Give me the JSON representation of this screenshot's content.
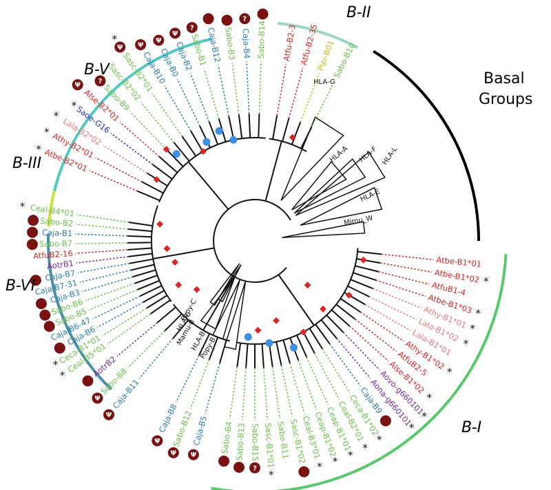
{
  "colors": {
    "red": "#e02424",
    "pink": "#f07a7a",
    "green": "#6cc24a",
    "yellow": "#c9c21a",
    "blue": "#2a7fb0",
    "purple": "#7a2aa6",
    "navy": "#2233cc",
    "dark": "#111111",
    "maroon": "#7a1212",
    "node_red": "#e02424",
    "node_blue": "#3a8fe6",
    "arc_teal": "#4fc9c1",
    "arc_lime": "#c9e23a",
    "arc_green": "#56c96a",
    "arc_slate": "#4b8fa6",
    "arc_mint": "#9ad8c4",
    "arc_black": "#000000"
  },
  "clades": [
    {
      "id": "b5",
      "label": "B-V"
    },
    {
      "id": "b2",
      "label": "B-II"
    },
    {
      "id": "b3",
      "label": "B-III"
    },
    {
      "id": "b6",
      "label": "B-VI"
    },
    {
      "id": "b1",
      "label": "B-I"
    }
  ],
  "basal_label": [
    "Basal",
    "Groups"
  ],
  "leaves": [
    {
      "label": "Atbe-B1*01",
      "color": "red"
    },
    {
      "label": "Atbe-B1*02",
      "color": "red",
      "star": true
    },
    {
      "label": "AtfuB1-4",
      "color": "red"
    },
    {
      "label": "Atbe-B1*03",
      "color": "red",
      "star": true
    },
    {
      "label": "Athy-B1*01",
      "color": "pink",
      "star": true
    },
    {
      "label": "Lala-B1*02",
      "color": "pink",
      "star": true
    },
    {
      "label": "Lala-B1*01",
      "color": "pink"
    },
    {
      "label": "Athy-B1*02",
      "color": "red",
      "star": true
    },
    {
      "label": "AtfuB2-5",
      "color": "red"
    },
    {
      "label": "Alse-B1*02",
      "color": "red",
      "star": true
    },
    {
      "label": "Aovo-g660101",
      "color": "purple",
      "star": true
    },
    {
      "label": "Aona-g660101",
      "color": "purple",
      "star": true
    },
    {
      "label": "Caja-B9",
      "color": "blue",
      "dot": "plain"
    },
    {
      "label": "Ceca-B1*02",
      "color": "green",
      "star": true
    },
    {
      "label": "Ceal-B2*01",
      "color": "green",
      "star": true
    },
    {
      "label": "Ceap-B1*01",
      "color": "green",
      "star": true
    },
    {
      "label": "Ceap-B1*02",
      "color": "green",
      "star": true
    },
    {
      "label": "Ceal-B3*01",
      "color": "green",
      "star": true
    },
    {
      "label": "Sasc-B1*02",
      "color": "green",
      "dot": "plain"
    },
    {
      "label": "Sabo-B11",
      "color": "green"
    },
    {
      "label": "Sasc-B1*01",
      "color": "green",
      "star": true
    },
    {
      "label": "Sabo-B15",
      "color": "green",
      "dot": "?"
    },
    {
      "label": "Sabo-B13",
      "color": "green",
      "dot": "plain"
    },
    {
      "label": "Sabo-B4",
      "color": "green",
      "dot": "plain"
    },
    {
      "label": "Caja-B5",
      "color": "blue",
      "dot": "Ψ"
    },
    {
      "label": "Sabo-B12",
      "color": "green",
      "dot": "Ψ"
    },
    {
      "label": "Caja-B8",
      "color": "blue",
      "dot": "Ψ"
    },
    {
      "label": "Caja-B11",
      "color": "blue",
      "dot": "Ψ"
    },
    {
      "label": "Sabo-B8",
      "color": "green",
      "dot": "Ψ"
    },
    {
      "label": "AotrB2",
      "color": "purple",
      "dot": "plain"
    },
    {
      "label": "Ceal-B5*01",
      "color": "green",
      "star": true
    },
    {
      "label": "Ceca-B1*01",
      "color": "green",
      "star": true
    },
    {
      "label": "Caja-B6",
      "color": "blue",
      "dot": "plain"
    },
    {
      "label": "CajaIB6-47",
      "color": "blue"
    },
    {
      "label": "Sabo-B5",
      "color": "green",
      "dot": "plain"
    },
    {
      "label": "Sabo-B6",
      "color": "green",
      "dot": "plain"
    },
    {
      "label": "Caja-B3",
      "color": "blue",
      "dot": "plain"
    },
    {
      "label": "CajaIB7-31",
      "color": "blue"
    },
    {
      "label": "Caja-B7",
      "color": "blue",
      "dot": "plain"
    },
    {
      "label": "AotrB1",
      "color": "purple"
    },
    {
      "label": "AtfuB2-16",
      "color": "red"
    },
    {
      "label": "Sabo-B7",
      "color": "green",
      "dot": "plain"
    },
    {
      "label": "Caja-B1",
      "color": "blue",
      "dot": "plain"
    },
    {
      "label": "Sabo-B2",
      "color": "green",
      "dot": "plain"
    },
    {
      "label": "Ceal-B4*01",
      "color": "green",
      "star": true
    },
    {
      "label": "Atbe-B2*01",
      "color": "red",
      "star": true
    },
    {
      "label": "Athy-B2*01",
      "color": "red",
      "star": true
    },
    {
      "label": "Lala-B2*02",
      "color": "pink",
      "star": true
    },
    {
      "label": "Saoe-G16",
      "color": "navy",
      "star": true
    },
    {
      "label": "Alse-B2*01",
      "color": "red",
      "dot": "Ψ"
    },
    {
      "label": "Sabo-B9",
      "color": "green",
      "dot": "?"
    },
    {
      "label": "Sasc-B2*02",
      "color": "green"
    },
    {
      "label": "Sasc-B2*01",
      "color": "green",
      "dot": "Ψ",
      "star": true
    },
    {
      "label": "Caja-B10",
      "color": "blue",
      "dot": "Ψ"
    },
    {
      "label": "Caja-B0",
      "color": "blue",
      "dot": "Ψ"
    },
    {
      "label": "Caja-B2",
      "color": "blue",
      "dot": "Ψ"
    },
    {
      "label": "Sabo-B1",
      "color": "green",
      "dot": "?"
    },
    {
      "label": "Caja-B12",
      "color": "blue",
      "dot": "plain"
    },
    {
      "label": "Sabo-B3",
      "color": "green",
      "dot": "plain"
    },
    {
      "label": "Caja-B4",
      "color": "blue",
      "dot": "?"
    },
    {
      "label": "Sabo-B14",
      "color": "green",
      "dot": "plain"
    },
    {
      "label": "Atfu-B2-3",
      "color": "red"
    },
    {
      "label": "Atfu-B2-35",
      "color": "red"
    },
    {
      "label": "Pipi-B01",
      "color": "yellow"
    },
    {
      "label": "Sabo-B10",
      "color": "green"
    }
  ],
  "inner_labels": [
    {
      "id": "hla-g",
      "label": "HLA-G"
    },
    {
      "id": "hla-a",
      "label": "HLA-A"
    },
    {
      "id": "hla-f",
      "label": "HLA-F"
    },
    {
      "id": "hla-l",
      "label": "HLA-L"
    },
    {
      "id": "hla-e",
      "label": "HLA-E"
    },
    {
      "id": "mimu-w",
      "label": "Mimu_W"
    },
    {
      "id": "popy-c",
      "label": "Popy-C"
    },
    {
      "id": "hla-c",
      "label": "HLA-C"
    },
    {
      "id": "mamu-b",
      "label": "Mamu-B"
    },
    {
      "id": "hla-b",
      "label": "HLA-B"
    },
    {
      "id": "popy-b",
      "label": "Popy-B"
    }
  ]
}
